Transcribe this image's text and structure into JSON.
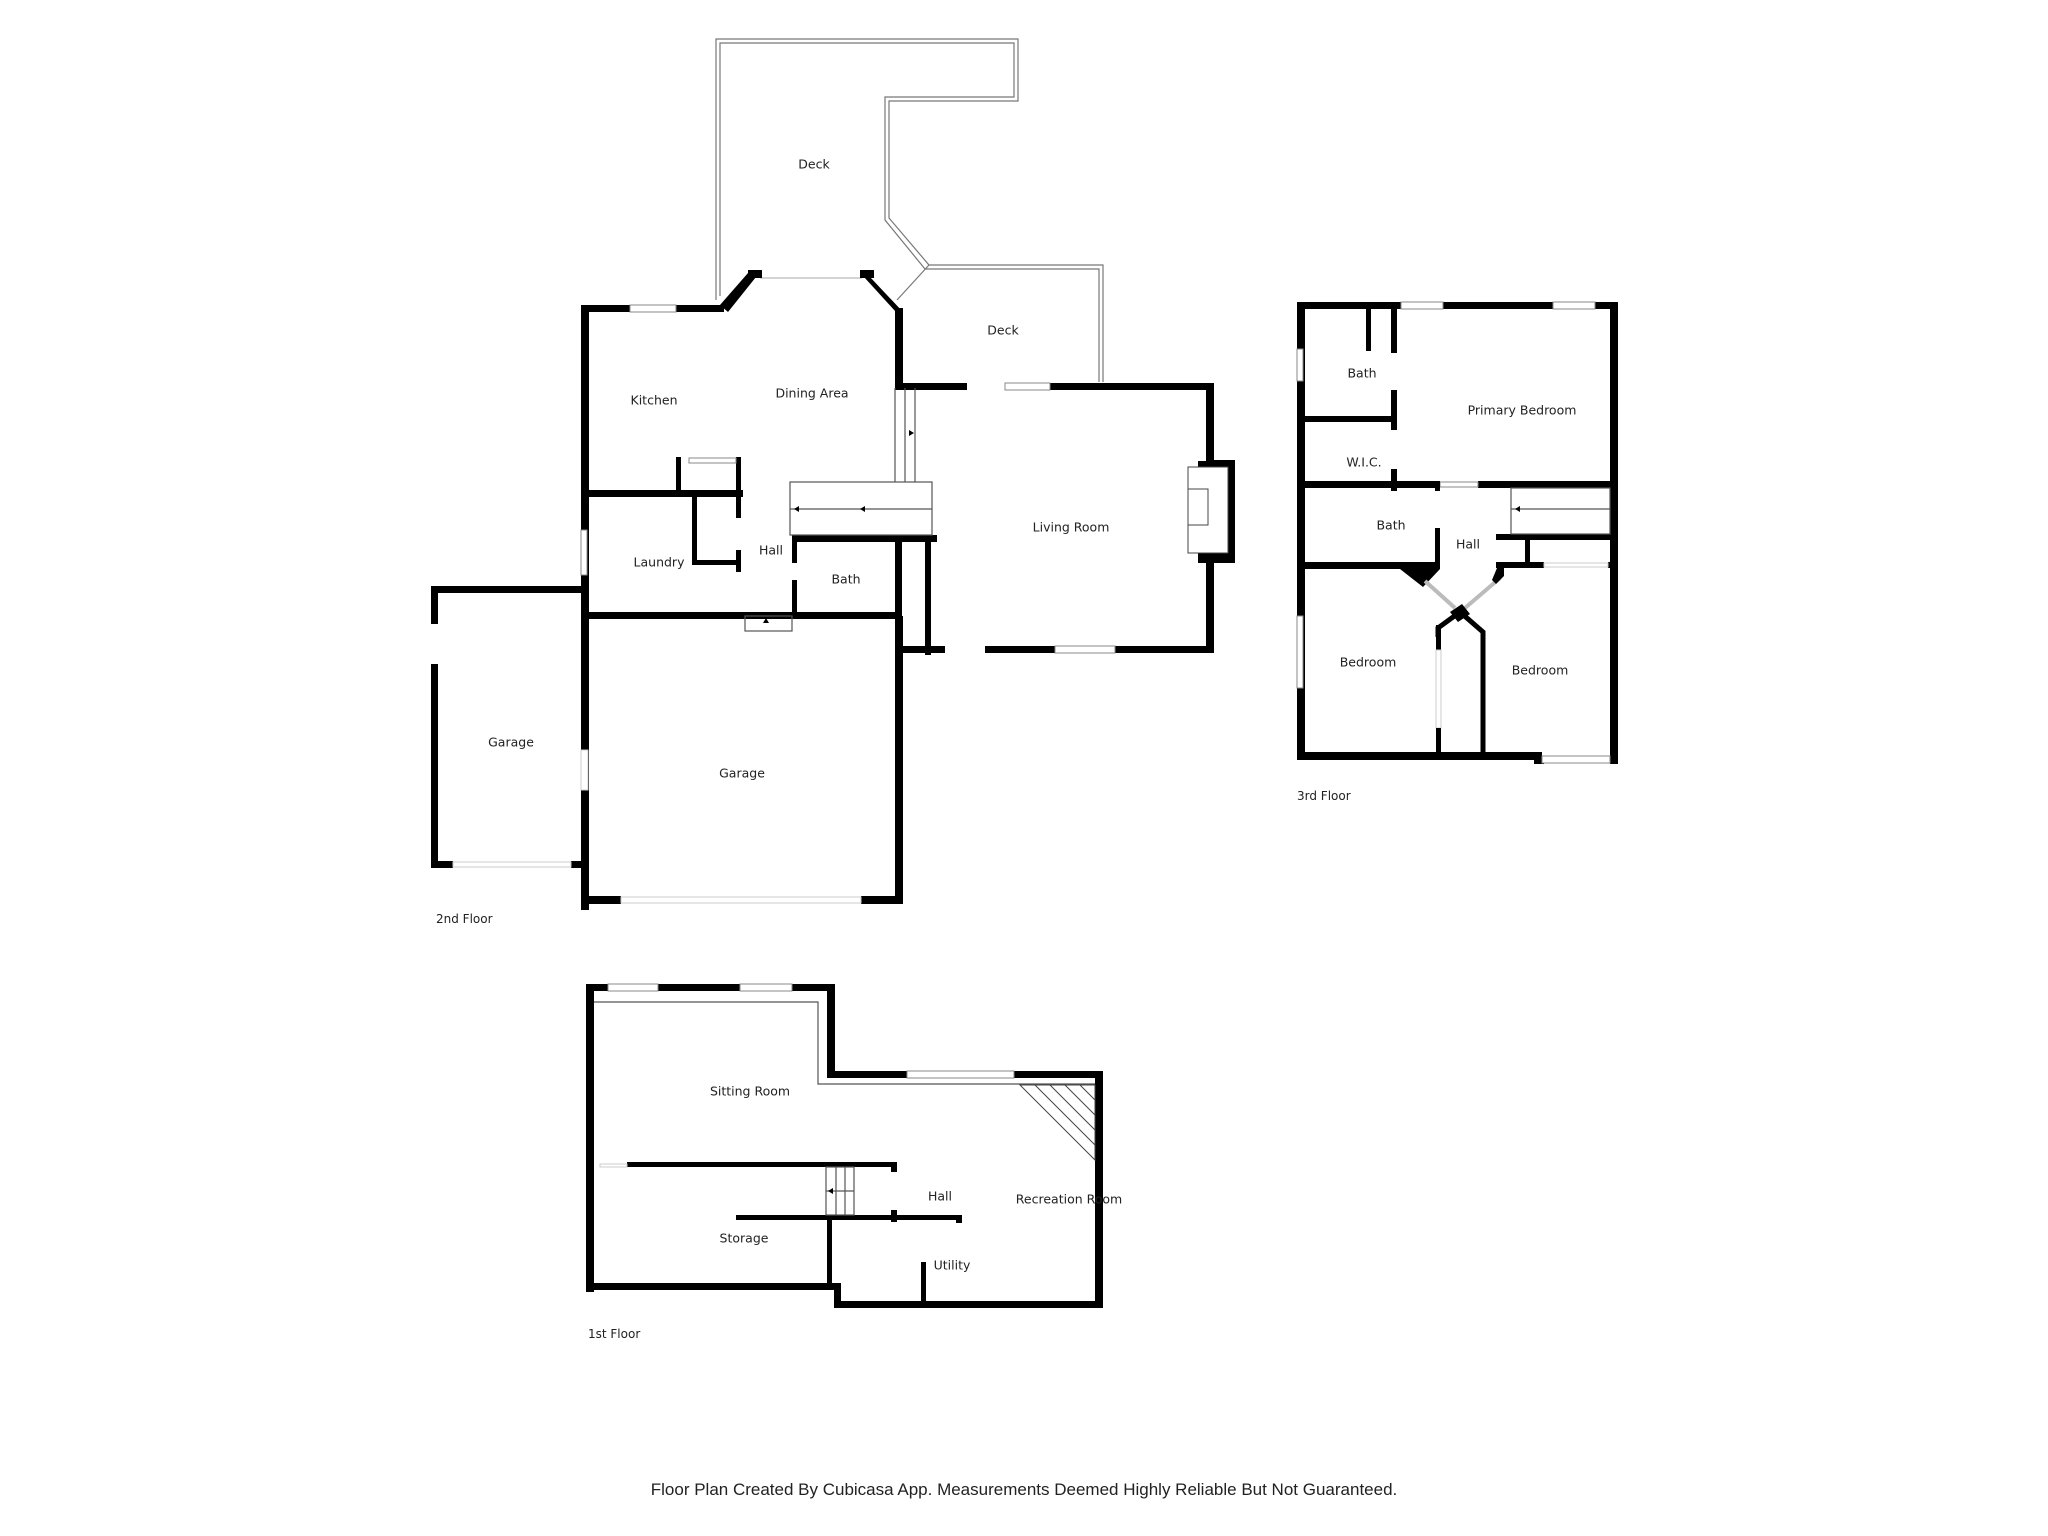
{
  "floors": {
    "second": {
      "label": "2nd Floor",
      "rooms": {
        "deck_upper": "Deck",
        "deck_lower": "Deck",
        "kitchen": "Kitchen",
        "dining_area": "Dining Area",
        "laundry": "Laundry",
        "hall": "Hall",
        "bath": "Bath",
        "living_room": "Living Room",
        "garage_left": "Garage",
        "garage_main": "Garage"
      }
    },
    "third": {
      "label": "3rd Floor",
      "rooms": {
        "bath_primary": "Bath",
        "wic": "W.I.C.",
        "primary_bedroom": "Primary Bedroom",
        "bath_hall": "Bath",
        "hall": "Hall",
        "bedroom_left": "Bedroom",
        "bedroom_right": "Bedroom"
      }
    },
    "first": {
      "label": "1st Floor",
      "rooms": {
        "sitting_room": "Sitting Room",
        "storage": "Storage",
        "hall": "Hall",
        "recreation_room": "Recreation Room",
        "utility": "Utility"
      }
    }
  },
  "disclaimer": "Floor Plan Created By Cubicasa App. Measurements Deemed Highly Reliable But Not Guaranteed.",
  "colors": {
    "wall": "#000000",
    "background": "#ffffff",
    "text": "#222222"
  }
}
